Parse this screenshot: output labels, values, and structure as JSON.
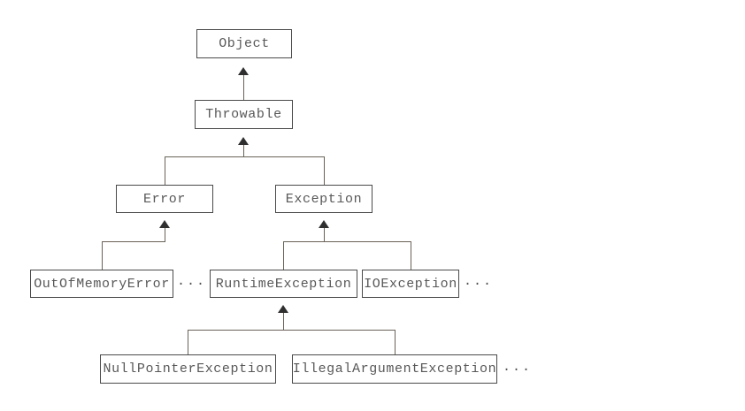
{
  "diagram": {
    "type": "tree",
    "description": "Java Throwable exception class hierarchy",
    "nodes": {
      "object": "Object",
      "throwable": "Throwable",
      "error": "Error",
      "exception": "Exception",
      "out_of_memory_error": "OutOfMemoryError",
      "runtime_exception": "RuntimeException",
      "io_exception": "IOException",
      "null_pointer_exception": "NullPointerException",
      "illegal_argument_exception": "IllegalArgumentException"
    },
    "ellipsis": {
      "after_out_of_memory_error": "...",
      "after_io_exception": "...",
      "after_illegal_argument_exception": "..."
    },
    "edges": [
      {
        "child": "Throwable",
        "parent": "Object"
      },
      {
        "child": "Error",
        "parent": "Throwable"
      },
      {
        "child": "Exception",
        "parent": "Throwable"
      },
      {
        "child": "OutOfMemoryError",
        "parent": "Error"
      },
      {
        "child": "RuntimeException",
        "parent": "Exception"
      },
      {
        "child": "IOException",
        "parent": "Exception"
      },
      {
        "child": "NullPointerException",
        "parent": "RuntimeException"
      },
      {
        "child": "IllegalArgumentException",
        "parent": "RuntimeException"
      }
    ],
    "colors": {
      "background": "#ffffff",
      "box_border": "#4a4a4a",
      "text": "#585858",
      "connector_line": "#6a6258",
      "arrowhead": "#2f2f2f"
    }
  }
}
